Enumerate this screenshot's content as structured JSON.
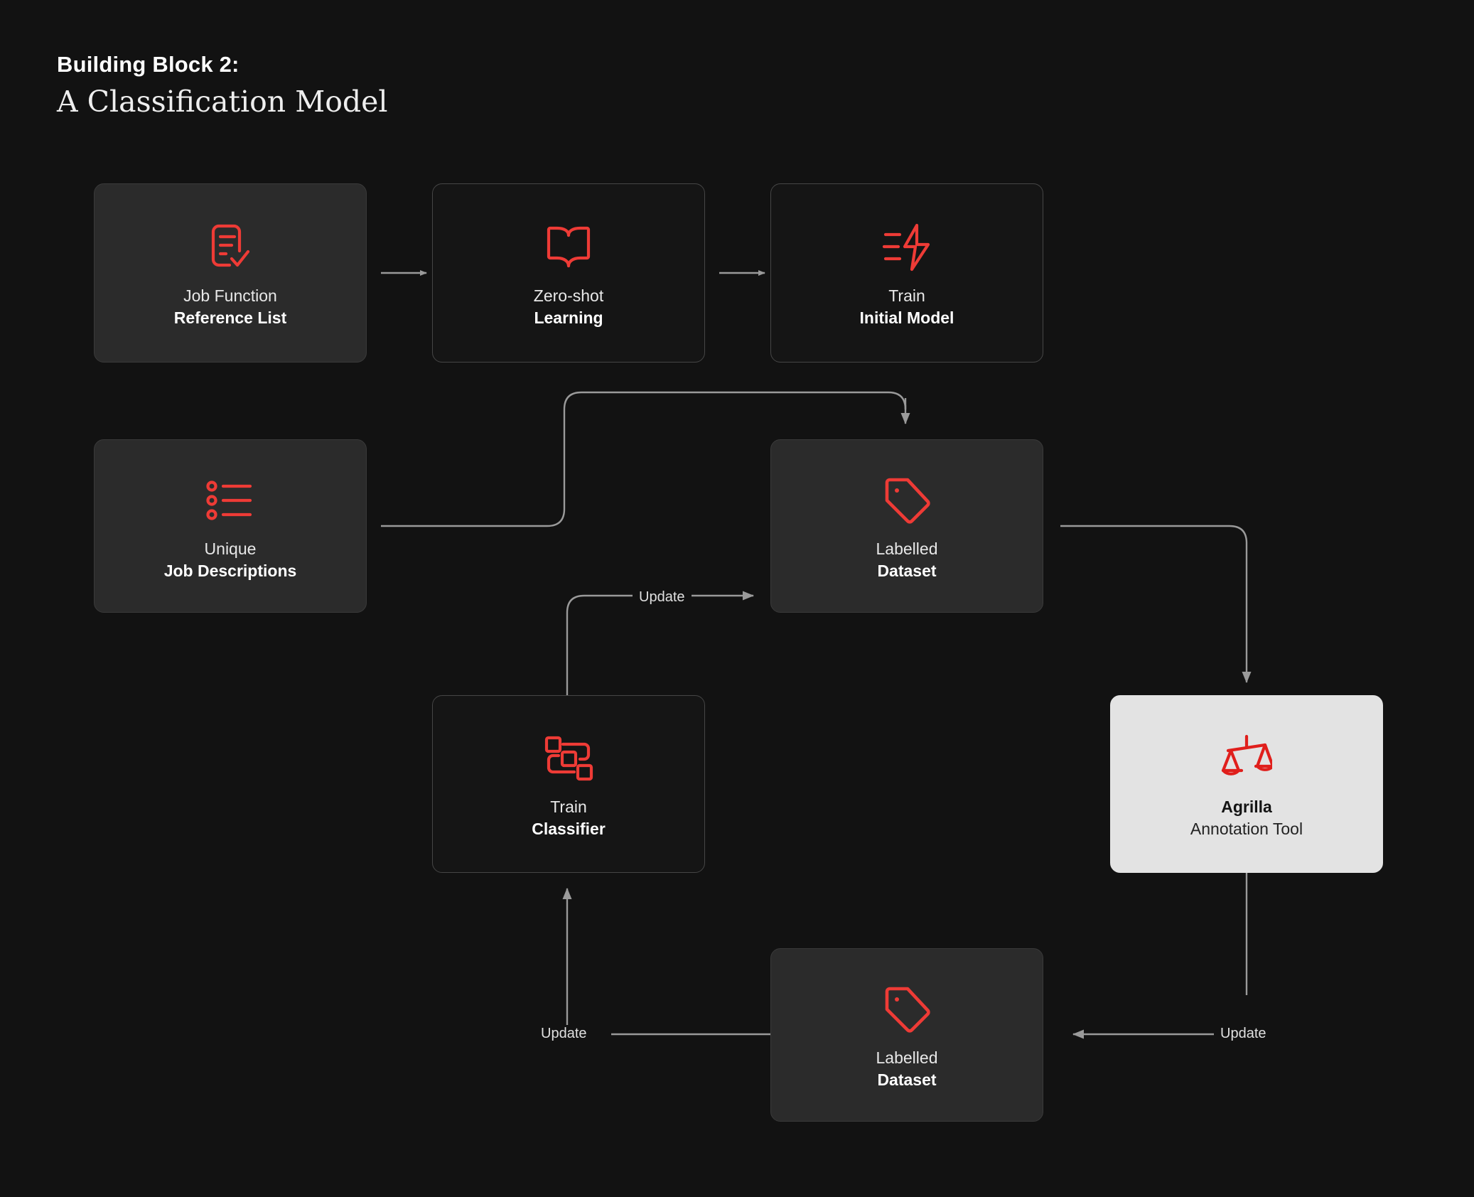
{
  "header": {
    "eyebrow": "Building Block 2:",
    "title": "A Classification Model"
  },
  "theme": {
    "background": "#121212",
    "accent_red": "#ee3b36",
    "card_filled": "#2b2b2b",
    "card_outline_border": "#464646",
    "card_light": "#e3e3e3",
    "wire": "#9a9a9a",
    "text_primary": "#ffffff",
    "text_secondary": "#e8e8e8"
  },
  "nodes": [
    {
      "id": "job-function-reference-list",
      "icon": "document-check-icon",
      "label_top": "Job Function",
      "label_bottom": "Reference List",
      "style": "filled"
    },
    {
      "id": "zero-shot-learning",
      "icon": "open-book-icon",
      "label_top": "Zero-shot",
      "label_bottom": "Learning",
      "style": "outline"
    },
    {
      "id": "train-initial-model",
      "icon": "lightning-bolt-icon",
      "label_top": "Train",
      "label_bottom": "Initial Model",
      "style": "outline"
    },
    {
      "id": "unique-job-descriptions",
      "icon": "bullet-list-icon",
      "label_top": "Unique",
      "label_bottom": "Job Descriptions",
      "style": "filled"
    },
    {
      "id": "labelled-dataset-top",
      "icon": "price-tag-icon",
      "label_top": "Labelled",
      "label_bottom": "Dataset",
      "style": "filled"
    },
    {
      "id": "train-classifier",
      "icon": "node-graph-icon",
      "label_top": "Train",
      "label_bottom": "Classifier",
      "style": "outline"
    },
    {
      "id": "agrilla-annotation-tool",
      "icon": "balance-scale-icon",
      "label_top": "Agrilla",
      "label_bottom": "Annotation Tool",
      "style": "light"
    },
    {
      "id": "labelled-dataset-bottom",
      "icon": "price-tag-icon",
      "label_top": "Labelled",
      "label_bottom": "Dataset",
      "style": "filled"
    }
  ],
  "edge_labels": {
    "update_classifier": "Update",
    "update_bottom_dataset": "Update",
    "update_annotation": "Update"
  }
}
